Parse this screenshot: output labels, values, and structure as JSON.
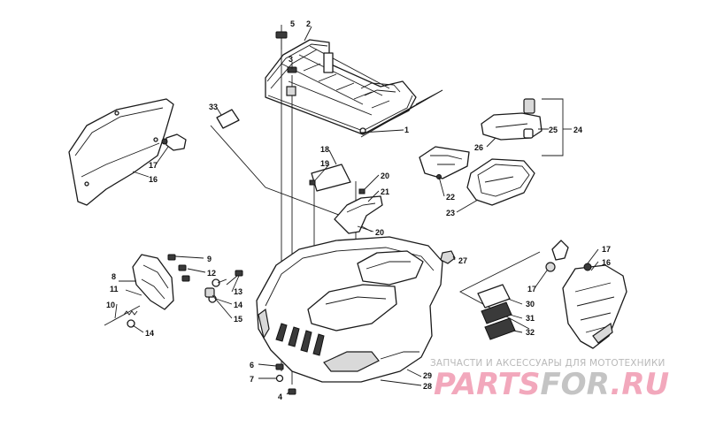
{
  "callouts": {
    "c1": "1",
    "c2": "2",
    "c3": "3",
    "c4": "4",
    "c5": "5",
    "c6": "6",
    "c7": "7",
    "c8": "8",
    "c9": "9",
    "c10": "10",
    "c11": "11",
    "c12": "12",
    "c13": "13",
    "c14a": "14",
    "c14b": "14",
    "c15": "15",
    "c16a": "16",
    "c16b": "16",
    "c17a": "17",
    "c17b": "17",
    "c17c": "17",
    "c18": "18",
    "c19": "19",
    "c20a": "20",
    "c20b": "20",
    "c21": "21",
    "c22": "22",
    "c23": "23",
    "c24": "24",
    "c25": "25",
    "c26": "26",
    "c27": "27",
    "c28": "28",
    "c29": "29",
    "c30": "30",
    "c31": "31",
    "c32": "32",
    "c33": "33"
  },
  "watermark": {
    "tagline": "ЗАПЧАСТИ И АКСЕССУАРЫ ДЛЯ МОТОТЕХНИКИ",
    "part1": "PARTS",
    "part2": "FOR",
    "part3": ".RU",
    "color_pink": "#f2a8bc",
    "color_grey": "#c4c4c4"
  }
}
